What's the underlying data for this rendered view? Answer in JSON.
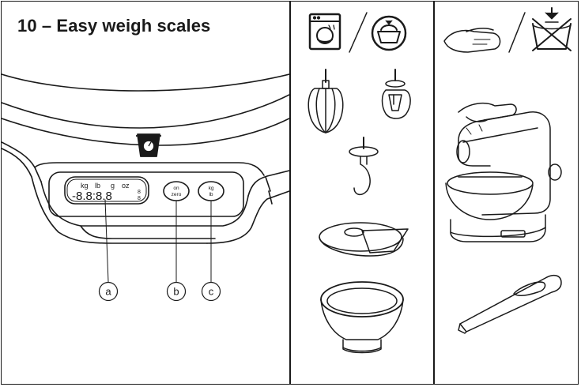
{
  "title": "10 – Easy weigh scales",
  "display": {
    "units": [
      "kg",
      "lb",
      "g",
      "oz"
    ],
    "digits": "-8.8:8.8",
    "small_digits": [
      "8",
      "8"
    ]
  },
  "buttons": {
    "on_zero": [
      "on",
      "zero"
    ],
    "units": [
      "kg",
      "lb"
    ]
  },
  "callouts": [
    "a",
    "b",
    "c"
  ]
}
